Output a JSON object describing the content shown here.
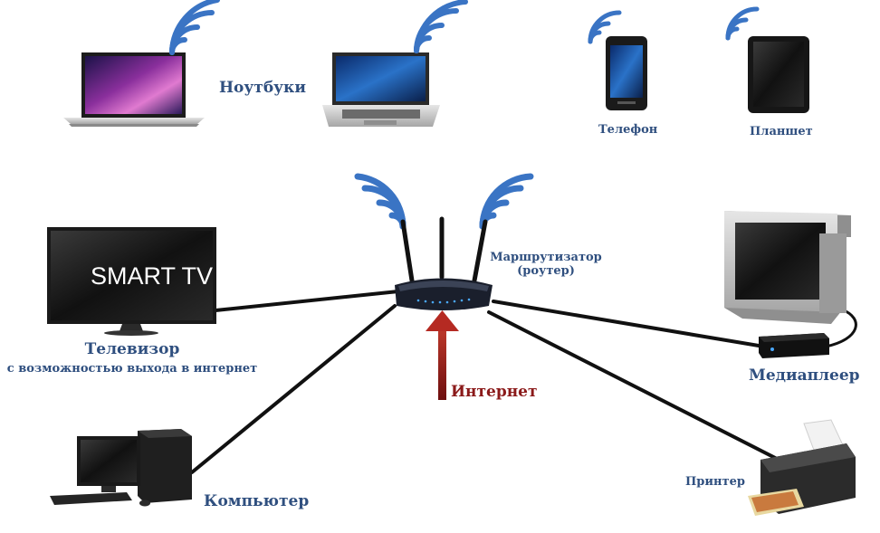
{
  "labels": {
    "laptops": "Ноутбуки",
    "phone": "Телефон",
    "tablet": "Планшет",
    "router_line1": "Маршрутизатор",
    "router_line2": "(роутер)",
    "tv_line1": "Телевизор",
    "tv_line2": "с возможностью выхода в интернет",
    "mediaplayer": "Медиаплеер",
    "internet": "Интернет",
    "printer": "Принтер",
    "computer": "Компьютер",
    "smart_tv_logo": "SMART TV"
  },
  "colors": {
    "label": "#2f4f7f",
    "wifi": "#3a74c4",
    "internet_arrow": "#8b1a1a",
    "cable": "#111111"
  },
  "icons": [
    "laptop-icon",
    "phone-icon",
    "tablet-icon",
    "router-icon",
    "tv-icon",
    "crt-monitor-icon",
    "media-player-icon",
    "printer-icon",
    "desktop-computer-icon",
    "wifi-icon"
  ]
}
